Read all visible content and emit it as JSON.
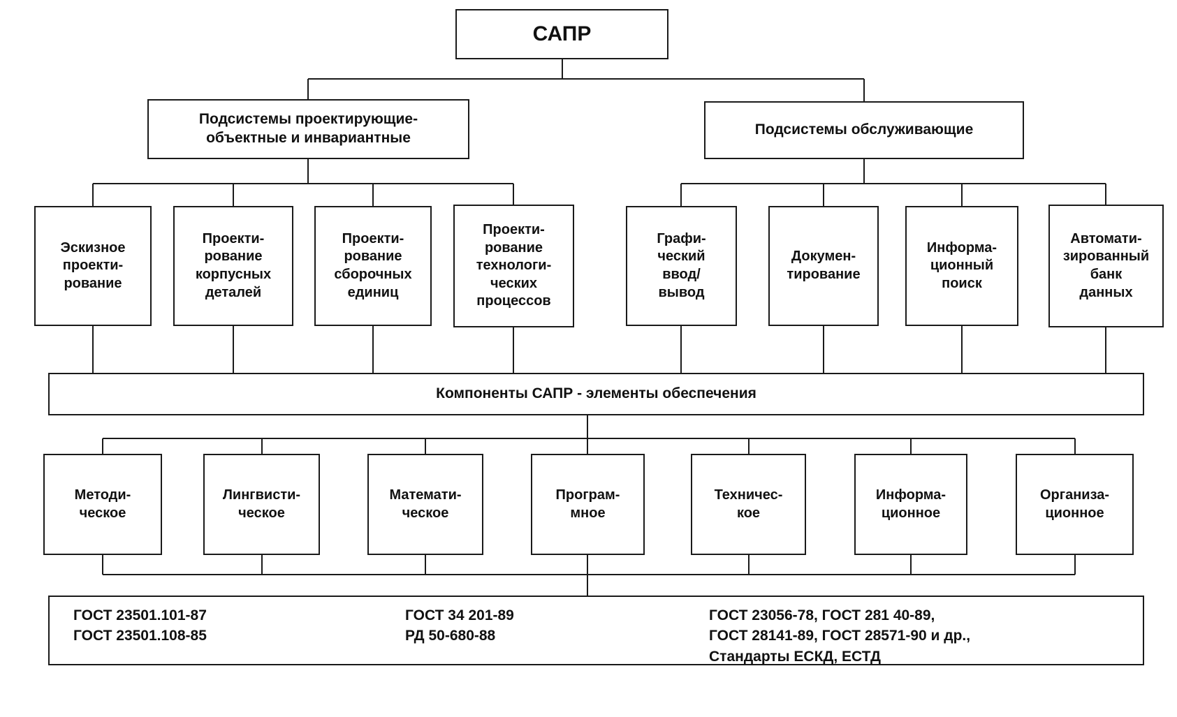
{
  "root": {
    "label": "САПР"
  },
  "subsystems": {
    "designing": {
      "label": "Подсистемы проектирующие-\nобъектные и инвариантные"
    },
    "service": {
      "label": "Подсистемы обслуживающие"
    }
  },
  "designing_children": [
    {
      "label": "Эскизное\nпроекти-\nрование"
    },
    {
      "label": "Проекти-\nрование\nкорпусных\nдеталей"
    },
    {
      "label": "Проекти-\nрование\nсборочных\nединиц"
    },
    {
      "label": "Проекти-\nрование\nтехнологи-\nческих\nпроцессов"
    }
  ],
  "service_children": [
    {
      "label": "Графи-\nческий\nввод/\nвывод"
    },
    {
      "label": "Докумен-\nтирование"
    },
    {
      "label": "Информа-\nционный\nпоиск"
    },
    {
      "label": "Автомати-\nзированный\nбанк\nданных"
    }
  ],
  "components_bar": {
    "label": "Компоненты САПР - элементы обеспечения"
  },
  "components": [
    {
      "label": "Методи-\nческое"
    },
    {
      "label": "Лингвисти-\nческое"
    },
    {
      "label": "Математи-\nческое"
    },
    {
      "label": "Програм-\nмное"
    },
    {
      "label": "Техничес-\nкое"
    },
    {
      "label": "Информа-\nционное"
    },
    {
      "label": "Организа-\nционное"
    }
  ],
  "standards": {
    "col1": "ГОСТ 23501.101-87\nГОСТ 23501.108-85",
    "col2": "ГОСТ 34 201-89\nРД 50-680-88",
    "col3": "ГОСТ 23056-78, ГОСТ 281 40-89,\nГОСТ 28141-89, ГОСТ 28571-90 и др.,\nСтандарты  ЕСКД, ЕСТД"
  },
  "colors": {
    "line": "#1a1a1a",
    "background": "#ffffff",
    "text": "#111111"
  }
}
